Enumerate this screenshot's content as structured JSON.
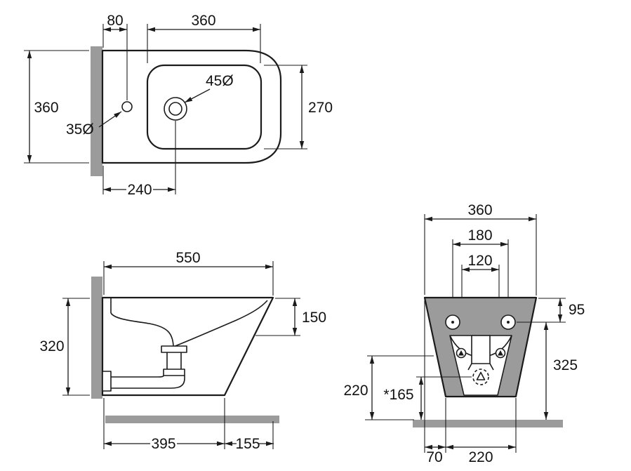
{
  "colors": {
    "line": "#1b1b1b",
    "gray": "#9b9b9b",
    "background": "#ffffff"
  },
  "views": {
    "top": {
      "dims": {
        "hole_offset_80": "80",
        "basin_length_360": "360",
        "body_depth_360": "360",
        "basin_width_270": "270",
        "drain_dia_45": "45Ø",
        "hole_dia_35": "35Ø",
        "drain_offset_240": "240"
      }
    },
    "side": {
      "dims": {
        "length_550": "550",
        "front_drop_150": "150",
        "mount_height_320": "320",
        "base_length_395": "395",
        "nose_155": "155"
      }
    },
    "front": {
      "dims": {
        "width_360": "360",
        "fixing_centres_180": "180",
        "recess_120": "120",
        "top_to_fixing_95": "95",
        "fixing_to_floor_325": "325",
        "trap_to_floor_220": "220",
        "outlet_to_floor_165": "*165",
        "corner_offset_70": "70",
        "base_width_220": "220"
      }
    }
  }
}
